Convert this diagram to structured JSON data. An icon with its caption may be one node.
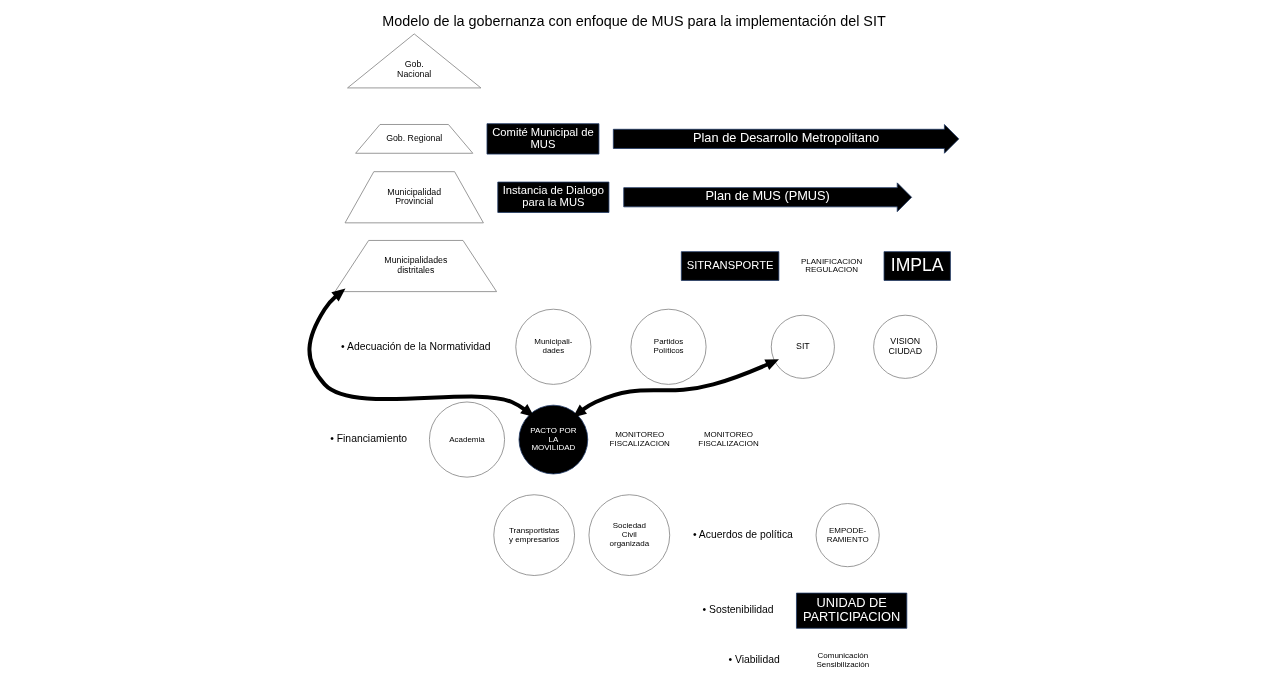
{
  "diagram": {
    "title": "Modelo de la gobernanza con enfoque de MUS para la implementación del SIT",
    "nodes": [
      {
        "text": [
          "Gob. Nacional"
        ]
      },
      {
        "text": [
          "Gob. Regional"
        ]
      },
      {
        "text": [
          "Municipalidad Provincial"
        ]
      },
      {
        "text": [
          "Municipalidades distritales"
        ]
      },
      {
        "text": [
          "Comité Municipal de MUS"
        ]
      },
      {
        "text": [
          "Instancia de Dialogo para la MUS"
        ]
      },
      {
        "text": [
          "Plan de Desarrollo Metropolitano"
        ]
      },
      {
        "text": [
          "Plan de MUS (PMUS)"
        ]
      },
      {
        "text": [
          "Municipali- dades"
        ]
      },
      {
        "text": [
          "Partidos Políticos"
        ]
      },
      {
        "text": [
          "Academia"
        ]
      },
      {
        "text": [
          "PACTO POR LA MOVILIDAD"
        ]
      },
      {
        "text": [
          "Transportistas y empresarios"
        ]
      },
      {
        "text": [
          "Sociedad Civil organizada"
        ]
      },
      {
        "text": [
          "SITRANSPORTE"
        ]
      },
      {
        "text": [
          "IMPLA"
        ]
      },
      {
        "text": [
          "SIT"
        ]
      },
      {
        "text": [
          "VISION CIUDAD"
        ]
      },
      {
        "text": [
          "EMPODE- RAMIENTO"
        ]
      },
      {
        "text": [
          "UNIDAD DE PARTICIPACION"
        ]
      }
    ],
    "edges": [
      {
        "from": 3,
        "to": 11,
        "arrow": "both"
      },
      {
        "from": 11,
        "to": 16,
        "arrow": "both"
      }
    ],
    "labels": [
      "• Adecuación de la Normatividad",
      "• Financiamiento",
      "PLANIFICACION REGULACION",
      "MONITOREO FISCALIZACION",
      "MONITOREO FISCALIZACION",
      "• Acuerdos de política",
      "• Sostenibilidad",
      "• Viabilidad",
      "Comunicación Sensibilización"
    ]
  }
}
